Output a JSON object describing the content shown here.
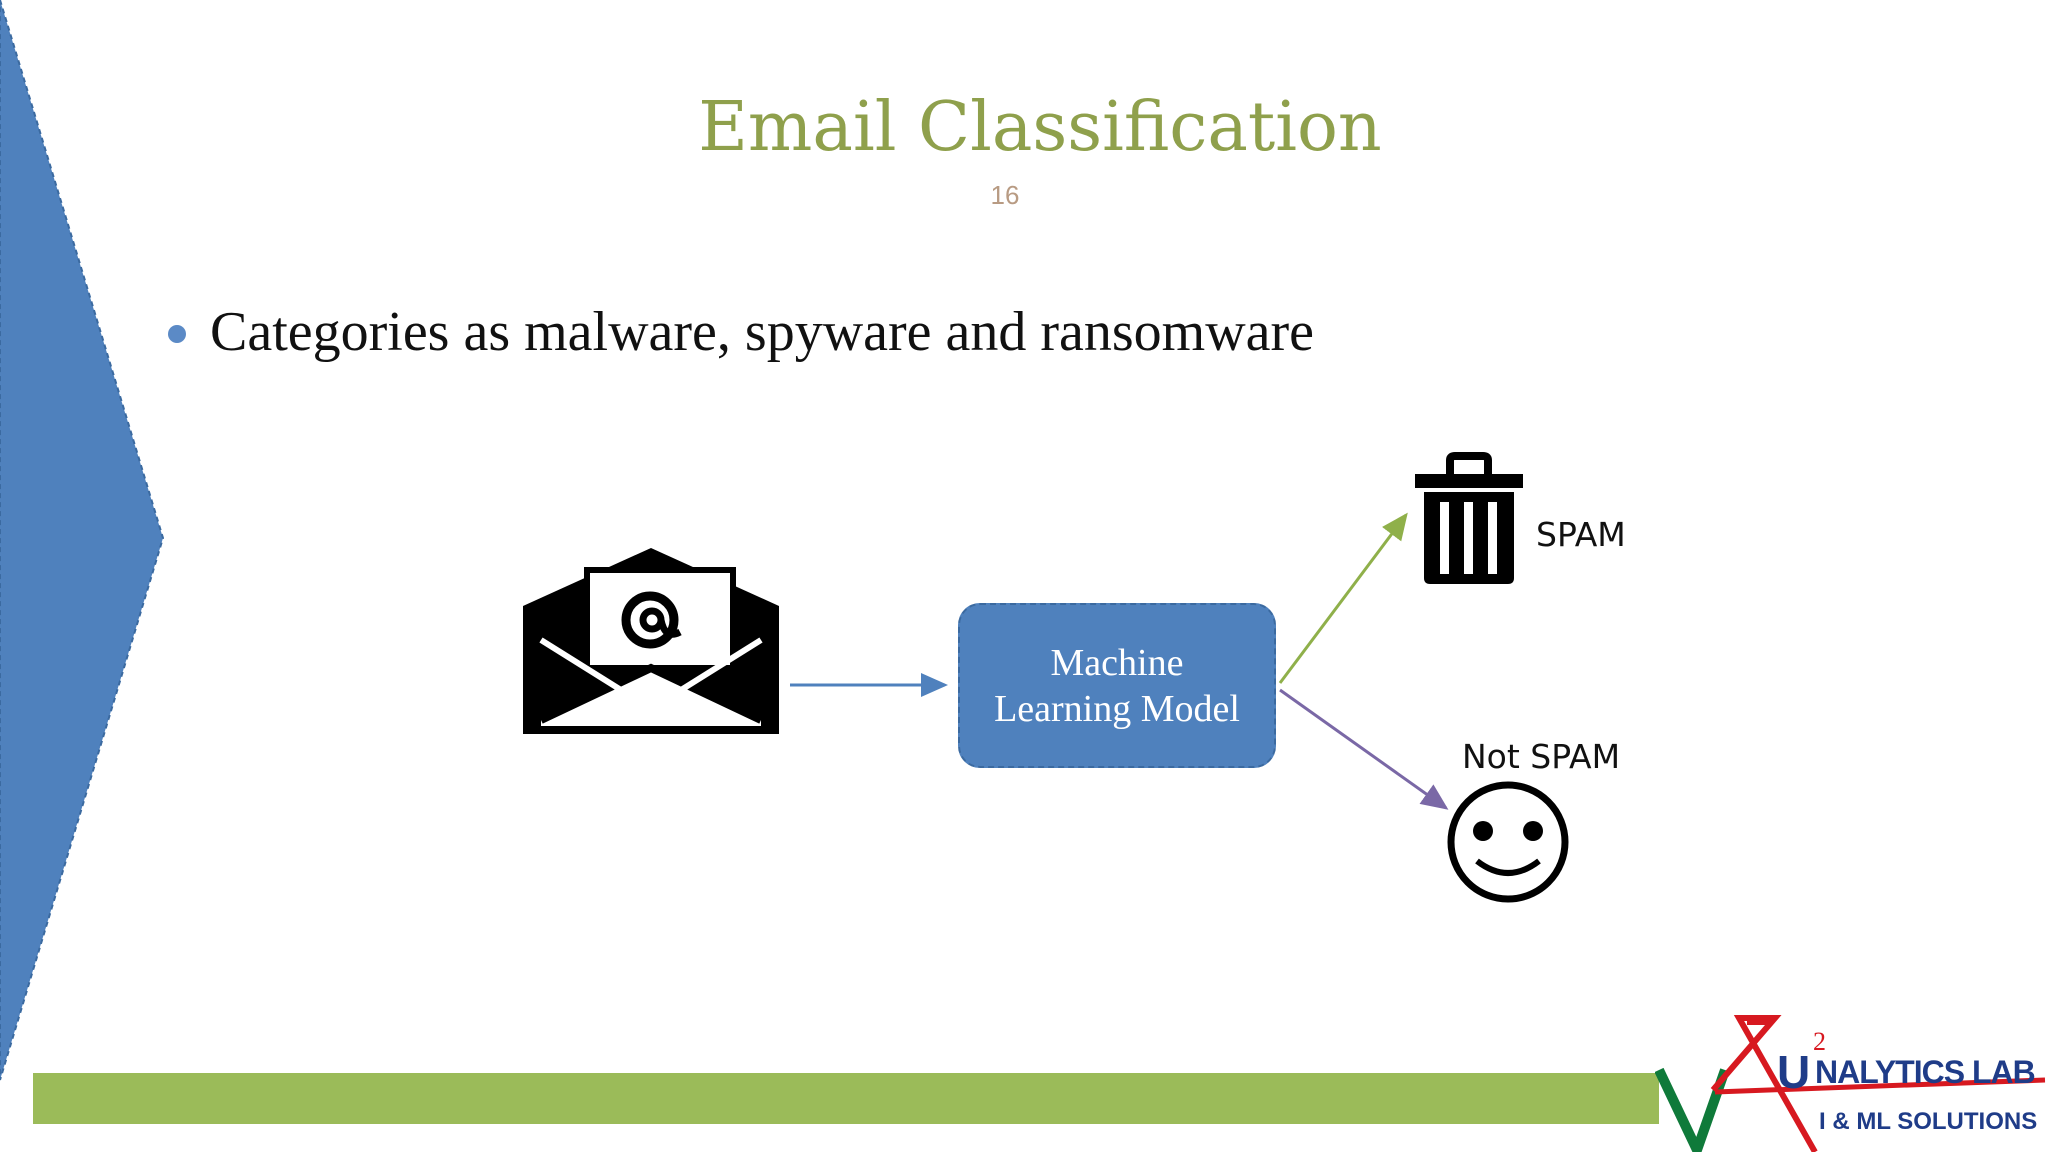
{
  "slide": {
    "title": "Email Classification",
    "page_number": "16",
    "bullets": [
      "Categories as malware, spyware and ransomware"
    ]
  },
  "diagram": {
    "input_icon": "email-envelope-icon",
    "model_label_line1": "Machine",
    "model_label_line2": "Learning Model",
    "outputs": [
      {
        "label": "SPAM",
        "icon": "trash-can-icon"
      },
      {
        "label": "Not SPAM",
        "icon": "smiley-face-icon"
      }
    ]
  },
  "logo": {
    "line1": "NALYTICS LAB",
    "line2": "I & ML SOLUTIONS",
    "superscript": "2"
  },
  "colors": {
    "title": "#8fa04c",
    "accent_blue": "#4f81bd",
    "bottom_bar": "#9bbb59",
    "arrow_green": "#8fb04a",
    "arrow_purple": "#7a68a6",
    "logo_red": "#d71920",
    "logo_green": "#0f7a3a",
    "logo_blue": "#1f3c88"
  }
}
